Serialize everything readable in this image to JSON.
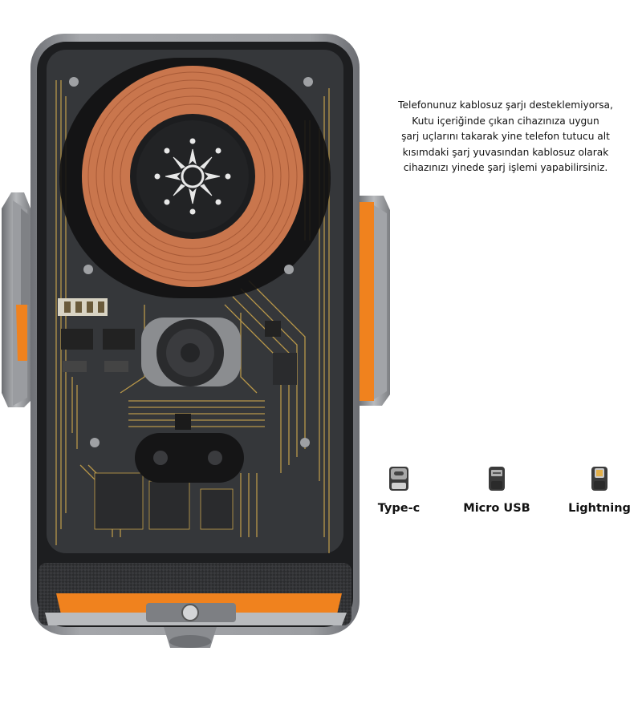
{
  "description": {
    "lines": [
      "Telefonunuz kablosuz şarjı desteklemiyorsa,",
      "Kutu içeriğinde çıkan cihazınıza uygun",
      "şarj uçlarını takarak yine telefon tutucu alt",
      "kısımdaki şarj yuvasından kablosuz olarak",
      "cihazınızı yinede şarj işlemi yapabilirsiniz."
    ]
  },
  "connectors": [
    {
      "label": "Type-c",
      "icon": "type-c-connector-icon"
    },
    {
      "label": "Micro USB",
      "icon": "micro-usb-connector-icon"
    },
    {
      "label": "Lightning",
      "icon": "lightning-connector-icon"
    }
  ],
  "colors": {
    "accent_orange": "#f0821e",
    "frame_gray": "#8e9095",
    "body_dark": "#2a2c2e",
    "copper": "#c9764d",
    "trace_gold": "#c7a24b"
  }
}
